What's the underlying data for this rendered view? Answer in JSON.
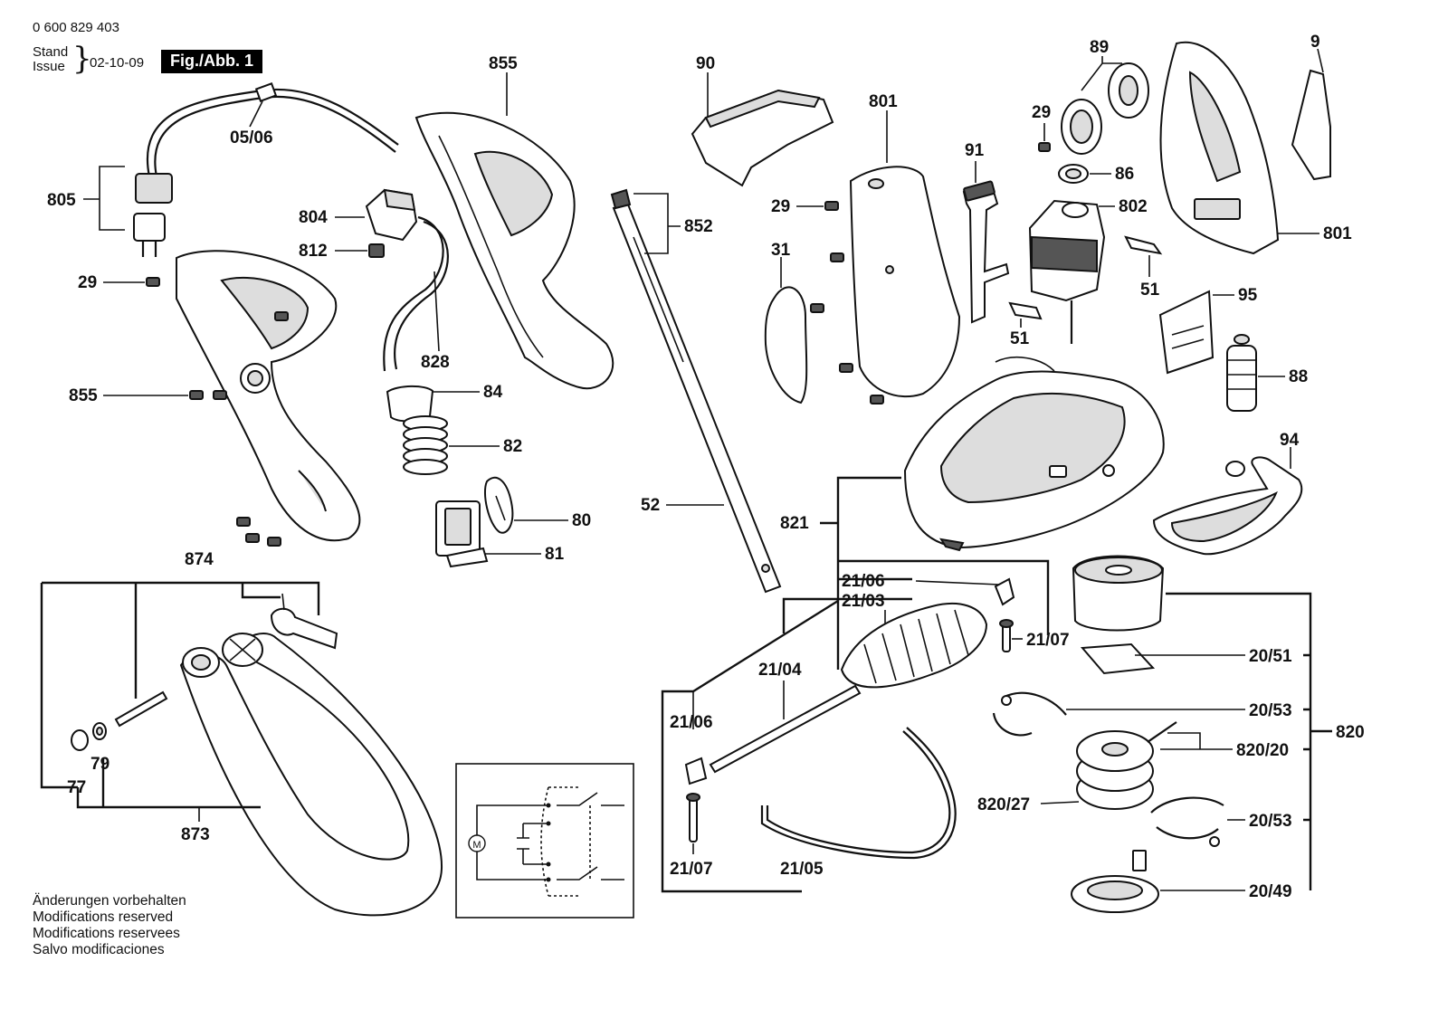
{
  "header": {
    "doc_number": "0 600 829 403",
    "stand_line": "Stand",
    "issue_line": "Issue",
    "date": "02-10-09",
    "fig_label": "Fig./Abb. 1"
  },
  "footer": {
    "notes": [
      "Änderungen vorbehalten",
      "Modifications reserved",
      "Modifications reservees",
      "Salvo modificaciones"
    ]
  },
  "callouts": {
    "c_05_06": "05/06",
    "c_805": "805",
    "c_29a": "29",
    "c_855a": "855",
    "c_855b": "855",
    "c_804": "804",
    "c_812": "812",
    "c_828": "828",
    "c_84": "84",
    "c_82": "82",
    "c_80": "80",
    "c_81": "81",
    "c_90": "90",
    "c_852": "852",
    "c_52": "52",
    "c_801a": "801",
    "c_29b": "29",
    "c_31": "31",
    "c_91": "91",
    "c_51a": "51",
    "c_89": "89",
    "c_29c": "29",
    "c_86": "86",
    "c_802": "802",
    "c_51b": "51",
    "c_9": "9",
    "c_801b": "801",
    "c_95": "95",
    "c_88": "88",
    "c_94": "94",
    "c_821": "821",
    "c_21_06a": "21/06",
    "c_21_03": "21/03",
    "c_21_07a": "21/07",
    "c_21_04": "21/04",
    "c_21_06b": "21/06",
    "c_21_07b": "21/07",
    "c_21_05": "21/05",
    "c_20_51": "20/51",
    "c_20_53a": "20/53",
    "c_820": "820",
    "c_820_20": "820/20",
    "c_820_27": "820/27",
    "c_20_53b": "20/53",
    "c_20_49": "20/49",
    "c_874": "874",
    "c_79": "79",
    "c_77": "77",
    "c_873": "873",
    "motor_symbol": "M"
  }
}
